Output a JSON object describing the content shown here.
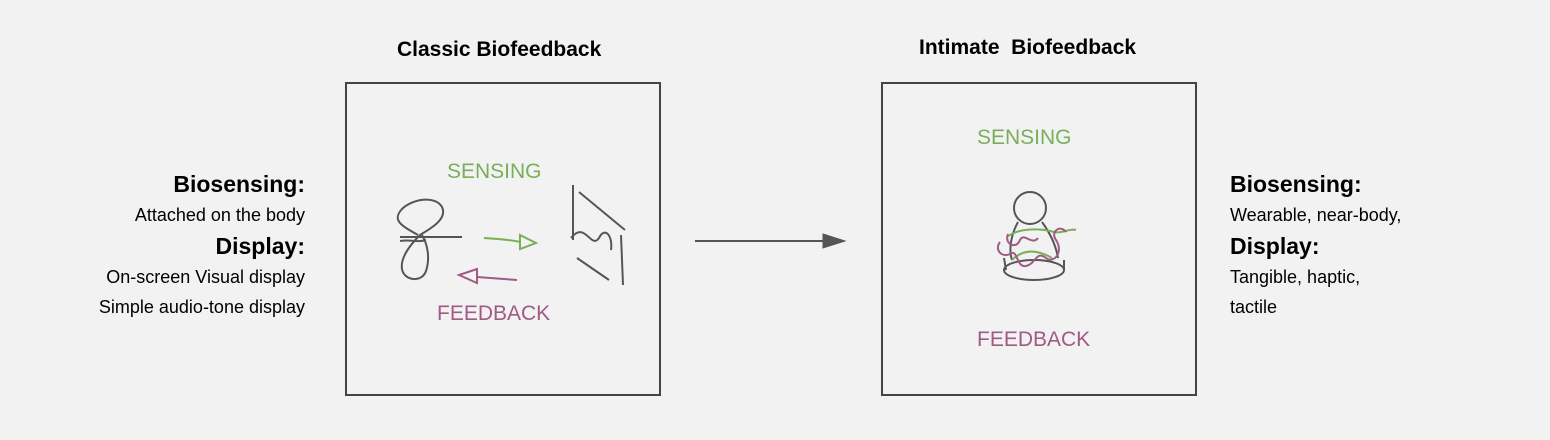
{
  "classic": {
    "title": "Classic Biofeedback",
    "sensing": "SENSING",
    "feedback": "FEEDBACK",
    "side": {
      "biosensing_heading": "Biosensing:",
      "biosensing_text": "Attached on the body",
      "display_heading": "Display:",
      "display_line1": "On-screen Visual display",
      "display_line2": "Simple audio-tone display"
    }
  },
  "intimate": {
    "title": "Intimate  Biofeedback",
    "sensing": "SENSING",
    "feedback": "FEEDBACK",
    "side": {
      "biosensing_heading": "Biosensing:",
      "biosensing_text": "Wearable, near-body,",
      "display_heading": "Display:",
      "display_line1": "Tangible, haptic,",
      "display_line2": "tactile"
    }
  },
  "colors": {
    "sensing": "#7aaf5a",
    "feedback": "#a05a84",
    "stroke": "#555555"
  }
}
